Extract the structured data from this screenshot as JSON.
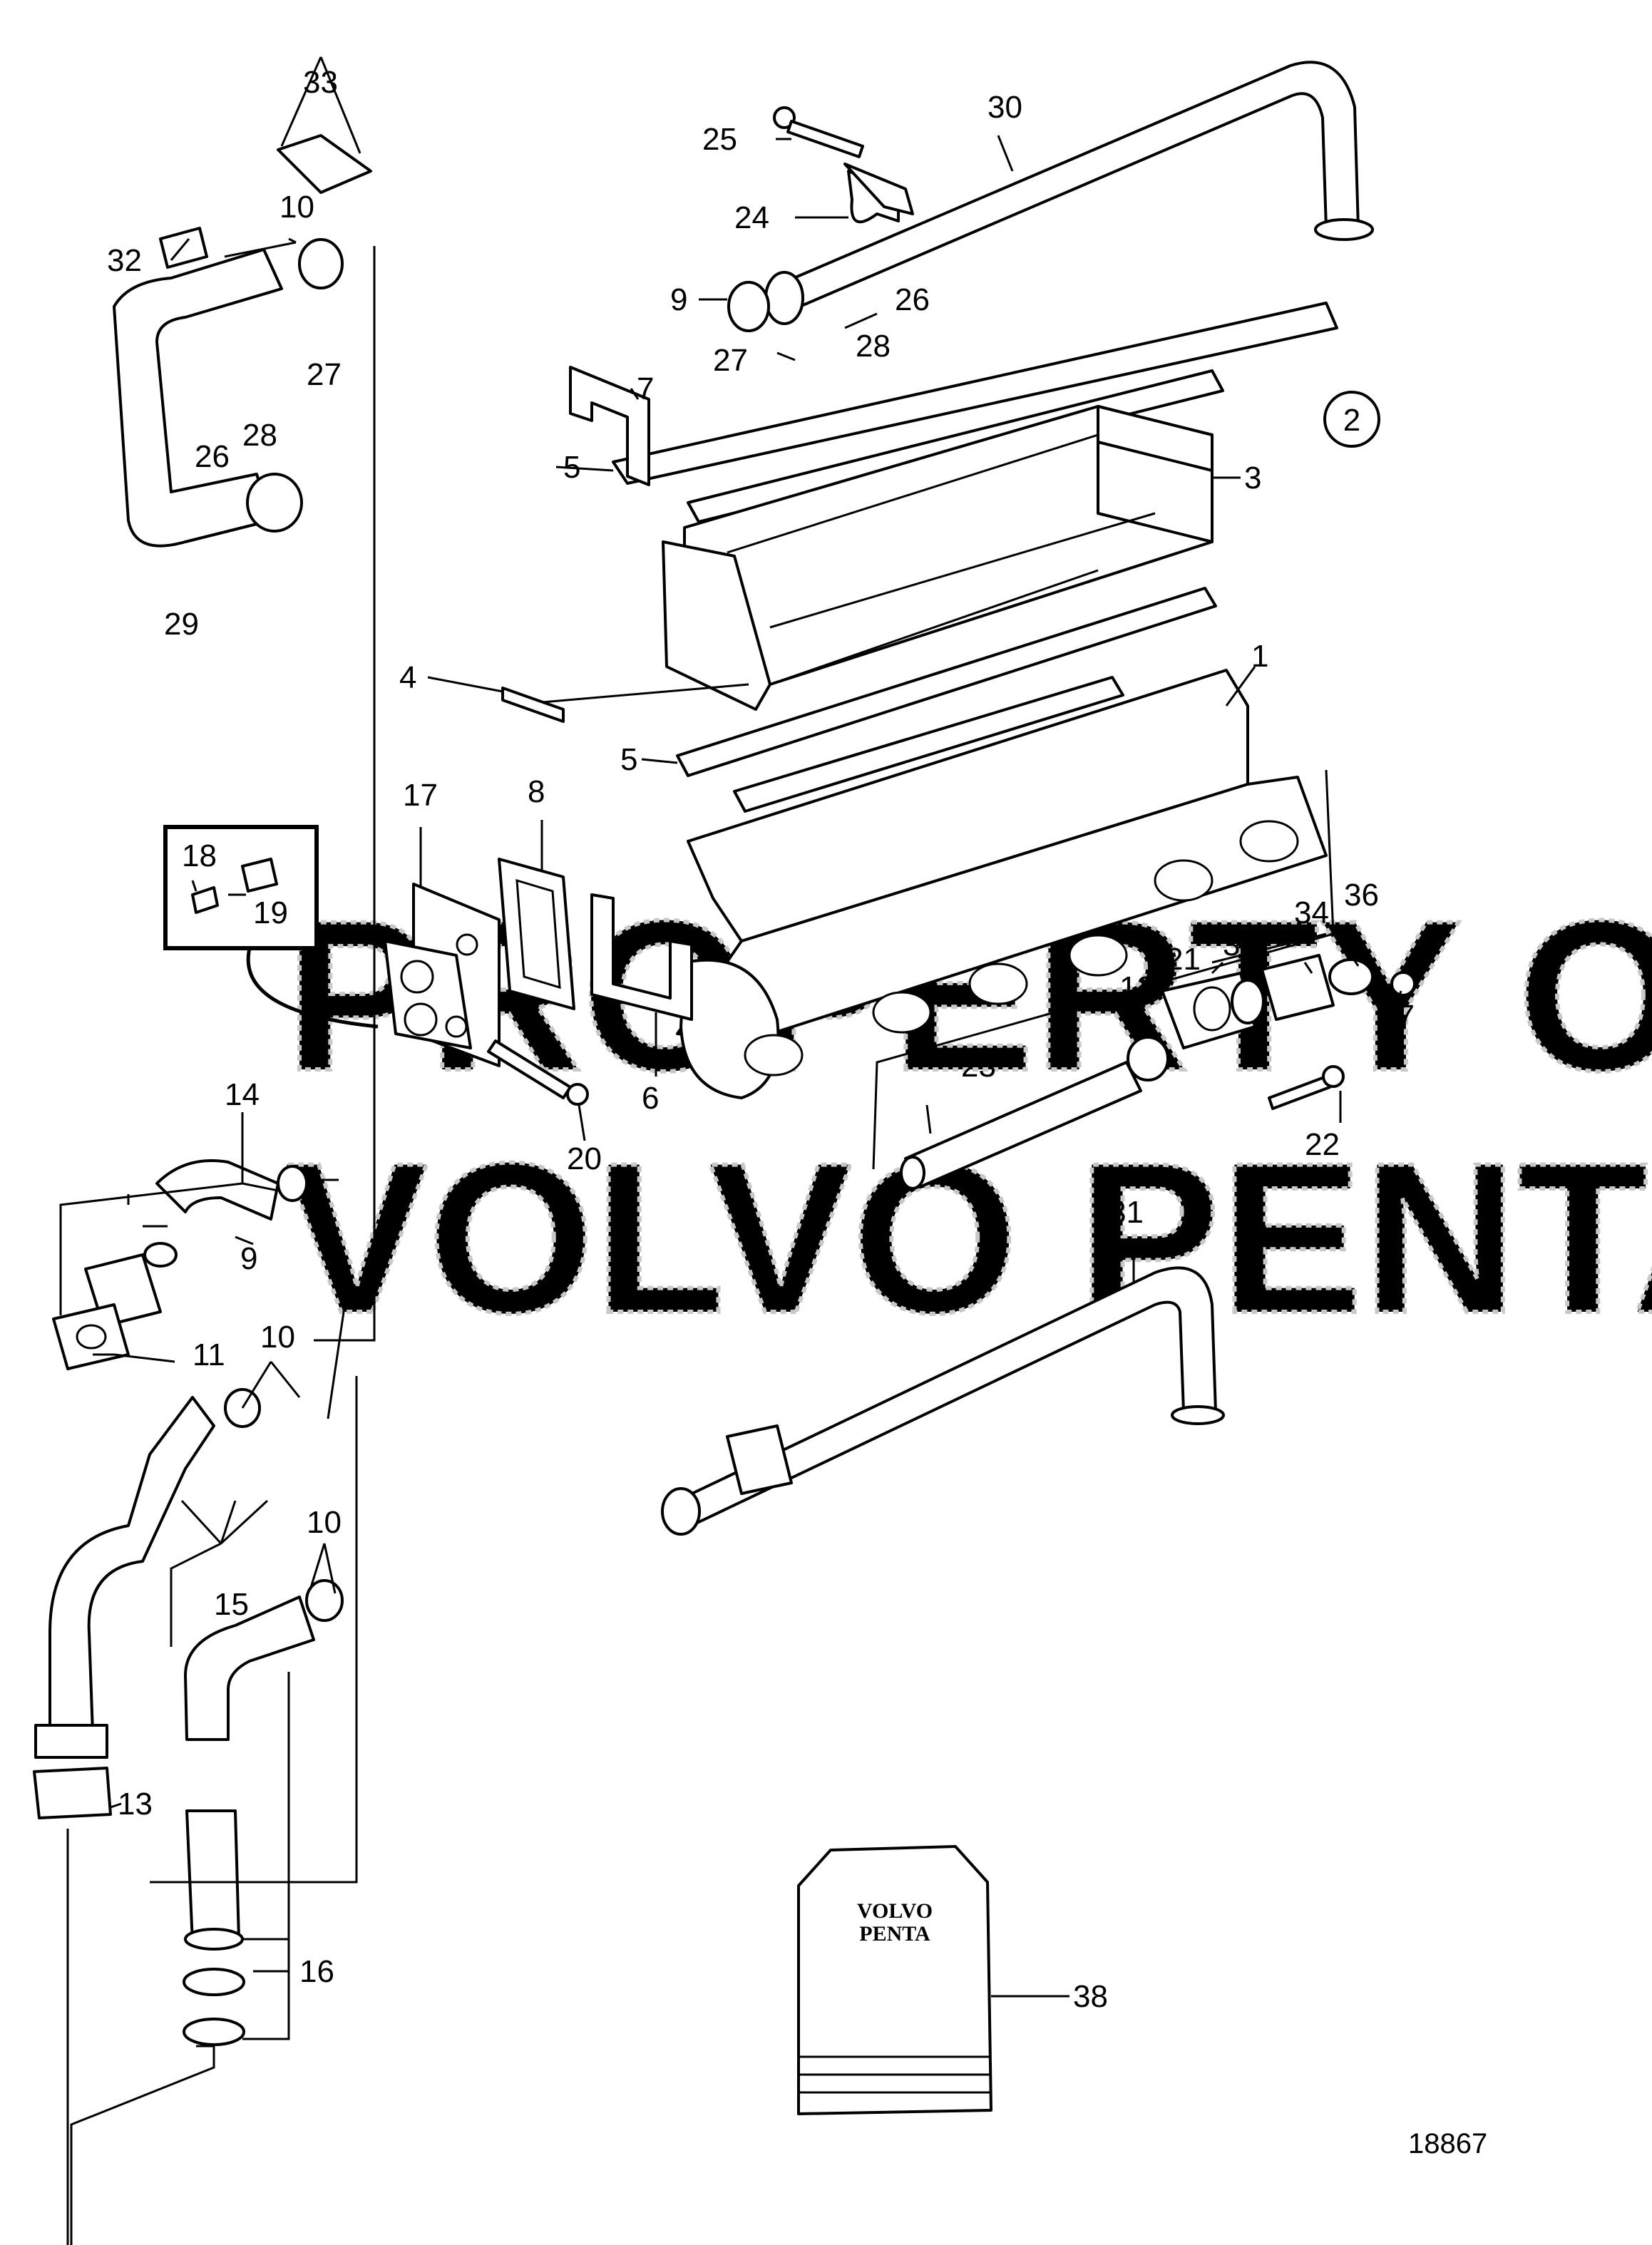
{
  "drawing_number": "18867",
  "view_number": "2",
  "watermark": {
    "line1": "PROPERTY OF",
    "line2": "VOLVO PENTA"
  },
  "brand_box": {
    "line1": "VOLVO",
    "line2": "PENTA"
  },
  "callouts": [
    {
      "id": "c1",
      "label": "1"
    },
    {
      "id": "c3",
      "label": "3"
    },
    {
      "id": "c4",
      "label": "4"
    },
    {
      "id": "c5a",
      "label": "5"
    },
    {
      "id": "c5b",
      "label": "5"
    },
    {
      "id": "c6",
      "label": "6"
    },
    {
      "id": "c7",
      "label": "7"
    },
    {
      "id": "c8",
      "label": "8"
    },
    {
      "id": "c9a",
      "label": "9"
    },
    {
      "id": "c9b",
      "label": "9"
    },
    {
      "id": "c10a",
      "label": "10"
    },
    {
      "id": "c10b",
      "label": "10"
    },
    {
      "id": "c10c",
      "label": "10"
    },
    {
      "id": "c11",
      "label": "11"
    },
    {
      "id": "c12",
      "label": "12"
    },
    {
      "id": "c13",
      "label": "13"
    },
    {
      "id": "c14",
      "label": "14"
    },
    {
      "id": "c15",
      "label": "15"
    },
    {
      "id": "c16",
      "label": "16"
    },
    {
      "id": "c17",
      "label": "17"
    },
    {
      "id": "c18",
      "label": "18"
    },
    {
      "id": "c19",
      "label": "19"
    },
    {
      "id": "c20",
      "label": "20"
    },
    {
      "id": "c21",
      "label": "21"
    },
    {
      "id": "c22",
      "label": "22"
    },
    {
      "id": "c23",
      "label": "23"
    },
    {
      "id": "c24",
      "label": "24"
    },
    {
      "id": "c25",
      "label": "25"
    },
    {
      "id": "c26a",
      "label": "26"
    },
    {
      "id": "c26b",
      "label": "26"
    },
    {
      "id": "c27a",
      "label": "27"
    },
    {
      "id": "c27b",
      "label": "27"
    },
    {
      "id": "c28a",
      "label": "28"
    },
    {
      "id": "c28b",
      "label": "28"
    },
    {
      "id": "c29",
      "label": "29"
    },
    {
      "id": "c30",
      "label": "30"
    },
    {
      "id": "c31",
      "label": "31"
    },
    {
      "id": "c32",
      "label": "32"
    },
    {
      "id": "c33",
      "label": "33"
    },
    {
      "id": "c34",
      "label": "34"
    },
    {
      "id": "c35",
      "label": "35"
    },
    {
      "id": "c36",
      "label": "36"
    },
    {
      "id": "c37",
      "label": "37"
    },
    {
      "id": "c38",
      "label": "38"
    }
  ]
}
